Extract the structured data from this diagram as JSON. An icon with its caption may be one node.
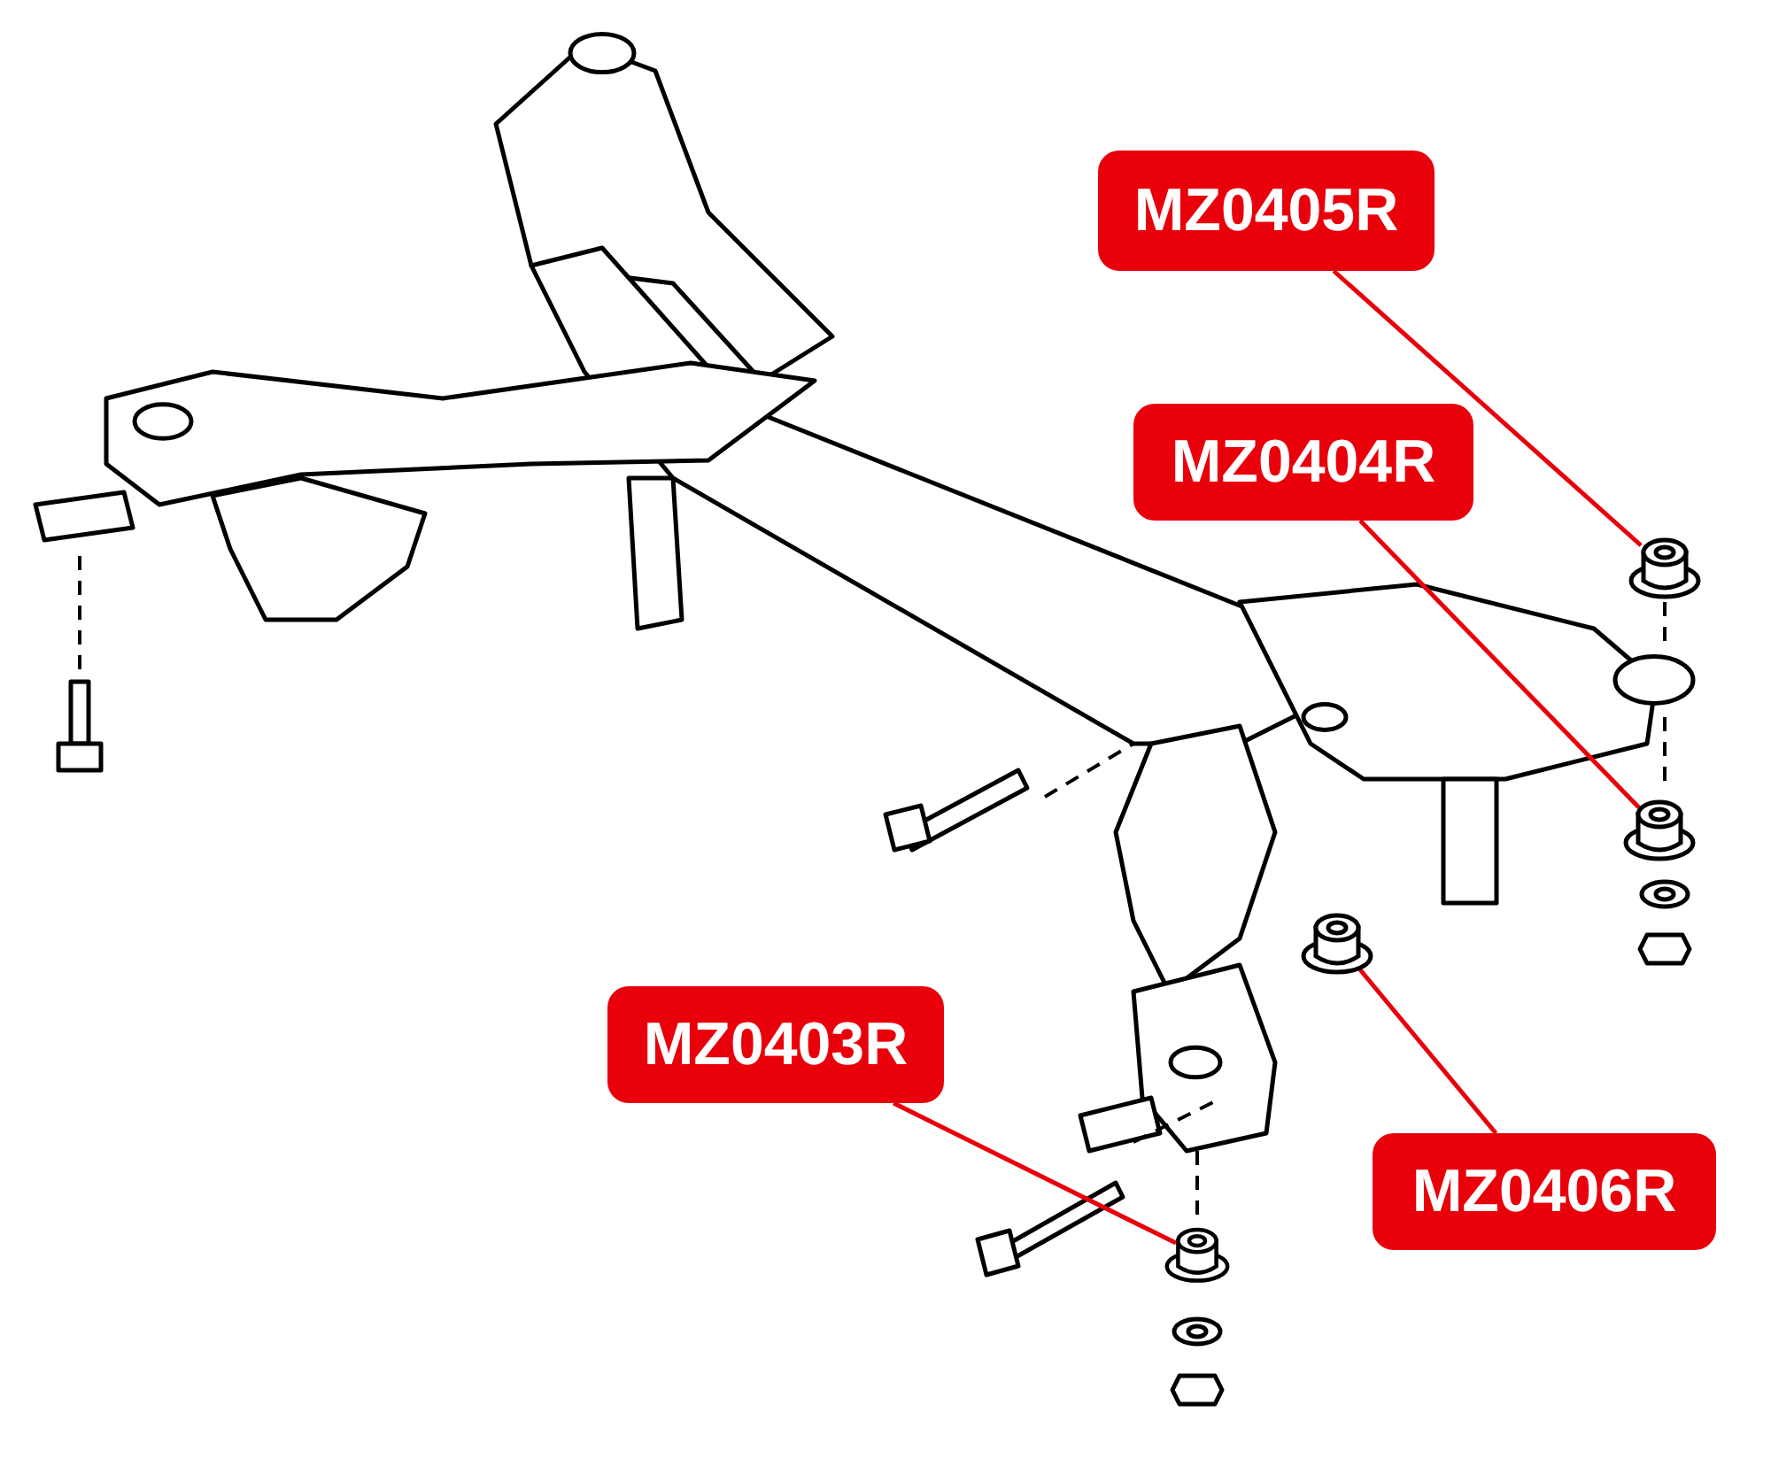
{
  "diagram": {
    "nodes": [
      {
        "text": [
          "MZ0405R"
        ]
      },
      {
        "text": [
          "MZ0404R"
        ]
      },
      {
        "text": [
          "MZ0403R"
        ]
      },
      {
        "text": [
          "MZ0406R"
        ]
      },
      {
        "text": [],
        "shape": "cylinder"
      },
      {
        "text": [],
        "shape": "cylinder"
      },
      {
        "text": [],
        "shape": "cylinder"
      },
      {
        "text": [],
        "shape": "cylinder"
      }
    ],
    "edges": [
      {
        "from": 0,
        "to": 7,
        "arrow": "none"
      },
      {
        "from": 1,
        "to": 6,
        "arrow": "none"
      },
      {
        "from": 2,
        "to": 4,
        "arrow": "none"
      },
      {
        "from": 3,
        "to": 5,
        "arrow": "none"
      }
    ]
  }
}
